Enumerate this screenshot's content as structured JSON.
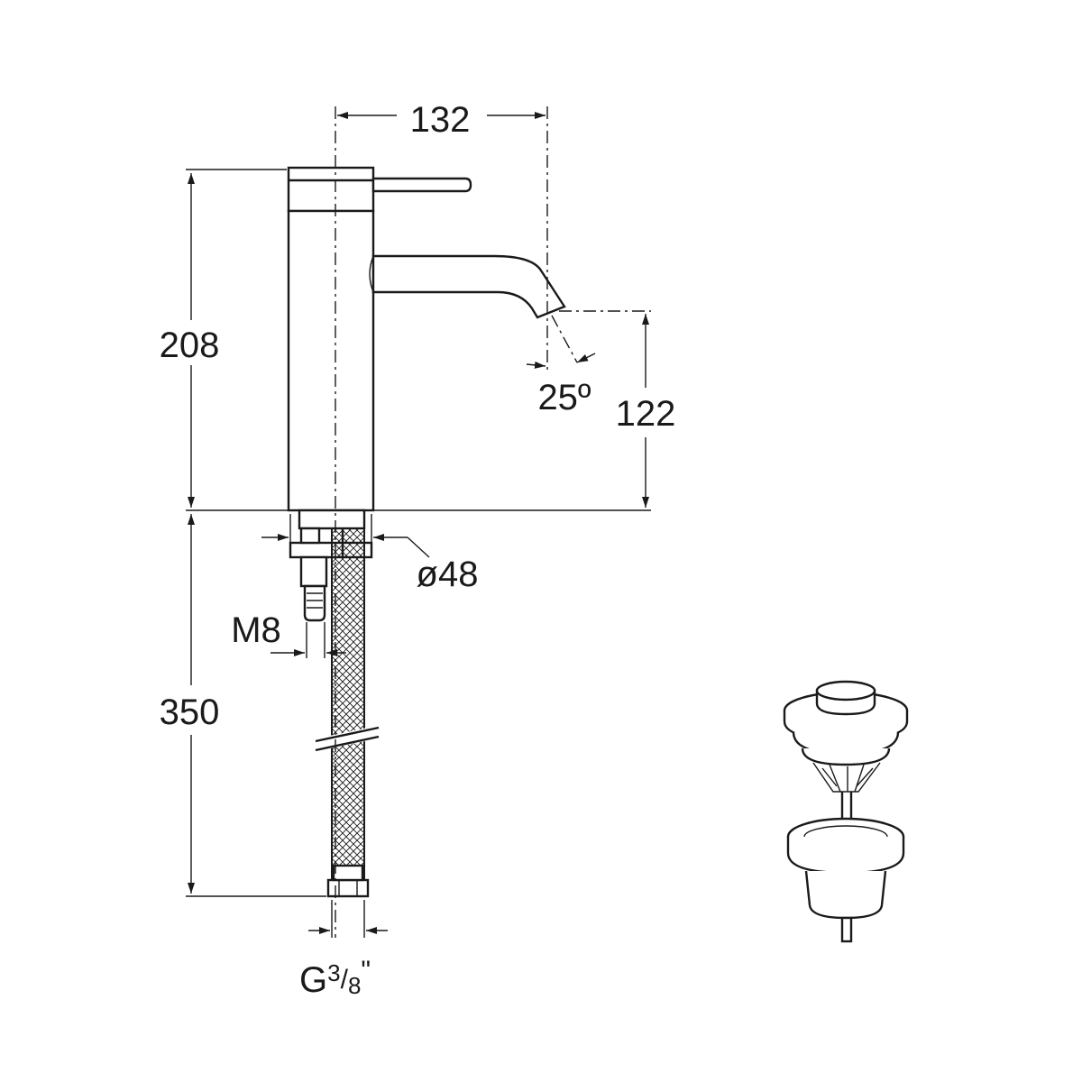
{
  "dimensions": {
    "spout_reach": "132",
    "total_height": "208",
    "spout_height": "122",
    "spout_angle": "25º",
    "base_diameter": "ø48",
    "stud_thread": "M8",
    "hose_length": "350",
    "connection_main": "G",
    "connection_num": "3",
    "connection_sep": "/",
    "connection_den": "8",
    "connection_unit": "\""
  }
}
